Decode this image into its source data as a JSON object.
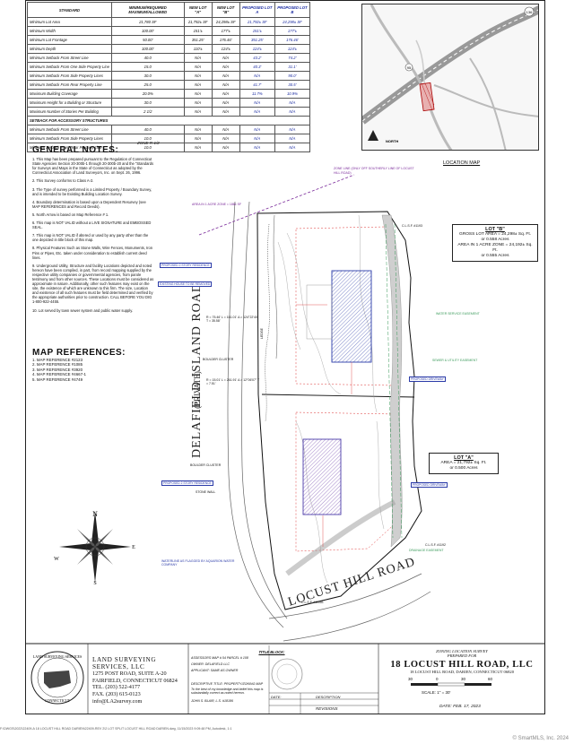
{
  "zoning_table": {
    "headers": [
      "STANDARD",
      "MINIMUM/REQUIRED MAXIMUM/ALLOWED",
      "NEW LOT \"A\"",
      "NEW LOT \"B\"",
      "PROPOSED LOT A",
      "PROPOSED LOT B"
    ],
    "rows": [
      [
        "Minimum Lot Area",
        "21,780 SF",
        "21,792± SF",
        "24,298± SF",
        "21,792± SF",
        "24,298± SF"
      ],
      [
        "Minimum Width",
        "100.00'",
        "151'±",
        "177'±",
        "151'±",
        "177'±"
      ],
      [
        "Minimum Lot Frontage",
        "50.00'",
        "351.25'",
        "176.46'",
        "351.25'",
        "176.46'"
      ],
      [
        "Minimum Depth",
        "100.00'",
        "110'±",
        "124'±",
        "124'±",
        "124'±"
      ],
      [
        "Minimum Setback From Street Line",
        "40.0",
        "N/A",
        "N/A",
        "43.2'",
        "74.2'"
      ],
      [
        "Minimum Setback From One Side Property Line",
        "15.0",
        "N/A",
        "N/A",
        "40.3'",
        "31.1'"
      ],
      [
        "Minimum Setback From Side Property Lines",
        "30.0",
        "N/A",
        "N/A",
        "N/A",
        "90.0'"
      ],
      [
        "Minimum Setback From Rear Property Line",
        "25.0",
        "N/A",
        "N/A",
        "41.7'",
        "30.5'"
      ],
      [
        "Maximum Building Coverage",
        "20.0%",
        "N/A",
        "N/A",
        "11.7%",
        "10.9%"
      ],
      [
        "Maximum Height for a Building or Structure",
        "30.0",
        "N/A",
        "N/A",
        "N/A",
        "N/A"
      ],
      [
        "Maximum Number of Stories Per Building",
        "2 1/2",
        "N/A",
        "N/A",
        "N/A",
        "N/A"
      ]
    ],
    "accessory_title": "SETBACK FOR ACCESSORY STRUCTURES",
    "accessory_rows": [
      [
        "Minimum Setback From Street Line",
        "40.0",
        "N/A",
        "N/A",
        "N/A",
        "N/A"
      ],
      [
        "Minimum Setback From Side Property Lines",
        "10.0",
        "N/A",
        "N/A",
        "N/A",
        "N/A"
      ],
      [
        "Minimum Setback From Rear Property Line",
        "10.0",
        "N/A",
        "N/A",
        "N/A",
        "N/A"
      ]
    ],
    "zone_note": "ZONE R-1/2"
  },
  "general_notes": {
    "title": "GENERAL NOTES:",
    "items": [
      "1. This Map has been prepared pursuant to the Regulation of Connecticut State Agencies Section 20-300b-1 through 20-300b-20 and the \"Standards for Surveys and Maps in the State of Connecticut as adopted by the Connecticut Association of Land Surveyors, Inc. on Sept. 26, 1996.",
      "2. This Survey conforms to Class A-2.",
      "3. The Type of survey performed is a Limited Property / Boundary Survey, and is intended to be Existing Building Location Survey.",
      "4. Boundary determination is based upon a Dependent Resurvey (see MAP REFERENCES and Record Deeds).",
      "5. North Arrow is based on Map Reference # 1.",
      "6. This map is NOT VALID without a LIVE SIGNATURE and EMBOSSED SEAL.",
      "7. This map is NOT VALID if altered or used by any party other than the one depicted in title block of this map.",
      "8. Physical Features Such as Stone Walls, Wire Fences, Monuments, Iron Pins or Pipes, Etc. taken under consideration to establish current deed lines.",
      "9. Underground Utility, Structure and facility Locations depicted and noted hereon have been compiled, in part, from record mapping supplied by the respective utility companies or governmental agencies, from parole testimony and from other sources. These Locations must be considered as approximate in nature. Additionally, other such features may exist on the site, the existence of which are unknown to this firm. The size, Location and existence of all such features must be field determined and verified by the appropriate authorities prior to construction. CALL BEFORE YOU DIG 1-800-922-4455.",
      "10. Lot served by town sewer system and public water supply."
    ]
  },
  "map_references": {
    "title": "MAP REFERENCES:",
    "items": [
      "1. MAP REFERENCE #2123",
      "2. MAP REFERENCE #1085",
      "3. MAP REFERENCE #3920",
      "4. MAP REFERENCE #4667-1",
      "5. MAP REFERENCE #4749"
    ]
  },
  "location_map": {
    "title": "LOCATION MAP",
    "north_label": "NORTH",
    "route": "95",
    "route2": "136"
  },
  "plan": {
    "road_delafield": "DELAFIELD ISLAND ROAD",
    "road_private": "(PRIVATE)",
    "road_locust": "LOCUST HILL ROAD",
    "zone_line": "ZONE LINE (ONLY OFF SOUTHERLY LINE OF LOCUST HILL ROAD)",
    "area_r1": "AREA IN 1 ACRE ZONE = 186± SF",
    "lbl_residence_1": "PROPOSED 2 STORY RESIDENCE",
    "lbl_removed": "EXISTING HOUSE TO BE REMOVED",
    "lbl_residence_2": "PROPOSED 2 STORY RESIDENCE",
    "lbl_driveway_1": "PROPOSED DRIVEWAY",
    "lbl_driveway_2": "PROPOSED DRIVEWAY",
    "lbl_water": "WATER SERVICE EASEMENT",
    "lbl_sewer": "SEWER & UTILITY EASEMENT",
    "lbl_drainage": "DRAINAGE EASEMENT",
    "lbl_waterline": "WATERLINE AS FLAGGED BY AQUARION WATER COMPANY",
    "lbl_boulder_1": "BOULDER CLUSTER",
    "lbl_boulder_2": "BOULDER CLUSTER",
    "lbl_stonewall": "STONE WALL",
    "lbl_ledge": "LEDGE",
    "lbl_cb_1": "C.L.S.F. #11081",
    "lbl_cb_2": "C.L.S.F. #1192",
    "lbl_cb_3": "C.L.S.F. #1193",
    "lbl_area_curve": "R = 75.46' L = 161.01' Δ = 124°22'40\" T = 35.58'",
    "lbl_area_curve2": "R = 15.01' L = 261.91' Δ = 12°06'07\" T = 7.51'"
  },
  "lot_b": {
    "title": "LOT \"B\"",
    "line1": "GROSS LOT AREA = 24,298± Sq. Ft.",
    "line2": "or 0.558 Acres",
    "line3": "AREA IN 1 ACRE ZONE = 24,192± Sq. Ft.",
    "line4": "or 0.555 Acres"
  },
  "lot_a": {
    "title": "LOT \"A\"",
    "line1": "AREA = 21,792± Sq. Ft.",
    "line2": "or 0.500 Acres"
  },
  "compass": {
    "n": "N",
    "s": "S",
    "e": "E",
    "w": "W"
  },
  "title_block": {
    "company_name": "LAND SURVEYING",
    "company_name2": "SERVICES, LLC",
    "street": "1275 POST ROAD, SUITE A-20",
    "city": "FAIRFIELD, CONNECTICUT 06824",
    "tel": "TEL. (203) 522-4177",
    "fax": "FAX. (203) 615-0123",
    "email": "info@LA2survey.com",
    "block_title": "TITLE BLOCK:",
    "assessors": "ASSESSORS MAP #   54    PARCEL #  108",
    "owner": "OWNER:   DELAFIELD LLC",
    "applicant": "APPLICANT:   SAME AS OWNER",
    "descriptive": "DESCRIPTIVE TITLE:   PROPERTY/ZONING MAP",
    "cert_line": "To the best of my knowledge and belief this map is substantially correct as noted hereon.",
    "surveyor": "JOHN S. BLAIR, L.S. #18186",
    "date_col": "DATE:",
    "desc_col": "DESCRIPTION",
    "revisions": "REVISIONS",
    "survey_type": "ZONING LOCATION SURVEY",
    "prepared_for": "PREPARED FOR",
    "project": "18 LOCUST HILL ROAD, LLC",
    "project_addr": "18 LOCUST HILL ROAD, DARIEN, CONNECTICUT 06820",
    "scale_nums": [
      "30",
      "0",
      "30",
      "60"
    ],
    "scale": "SCALE: 1\" = 30'",
    "date": "DATE: FEB. 17, 2023",
    "footer": "F:\\DWGS\\2022\\22409-A 18 LOCUST HILL ROAD DARIEN\\22409-REV 2\\2 LOT SPLIT LOCUST HILL ROAD DARIEN.dwg, 11/15/2023 9:09:48 PM, Autodesk, 1:1"
  },
  "watermark": "© SmartMLS, Inc. 2024"
}
